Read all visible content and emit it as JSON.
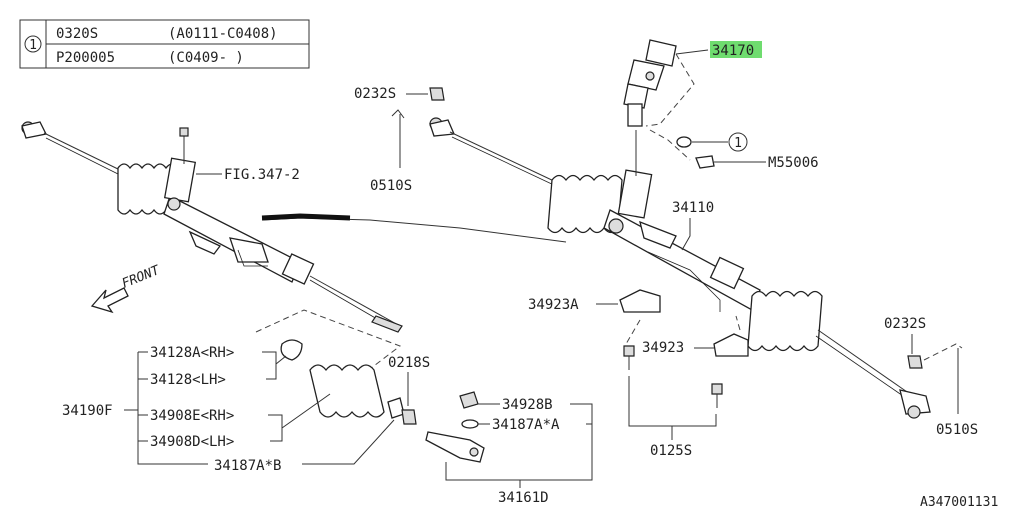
{
  "legend": {
    "marker": "1",
    "rows": [
      {
        "part": "0320S",
        "range": "(A0111-C0408)"
      },
      {
        "part": "P200005",
        "range": "(C0409-      )"
      }
    ]
  },
  "labels": {
    "p34170": "34170",
    "p0232s_top": "0232S",
    "p0510s_left": "0510S",
    "fig": "FIG.347-2",
    "ref1": "1",
    "m55006": "M55006",
    "p34110": "34110",
    "front": "FRONT",
    "p34923a": "34923A",
    "p34923": "34923",
    "p0232s_right": "0232S",
    "p0510s_right": "0510S",
    "p0218s": "0218S",
    "p34128a": "34128A<RH>",
    "p34128": "34128<LH>",
    "p34190f": "34190F",
    "p34908e": "34908E<RH>",
    "p34908d": "34908D<LH>",
    "p34187ab": "34187A*B",
    "p34928b": "34928B",
    "p34187aa": "34187A*A",
    "p0125s": "0125S",
    "p34161d": "34161D",
    "diagram_id": "A347001131"
  },
  "colors": {
    "highlight": "#6fdc6f",
    "line": "#333333"
  }
}
